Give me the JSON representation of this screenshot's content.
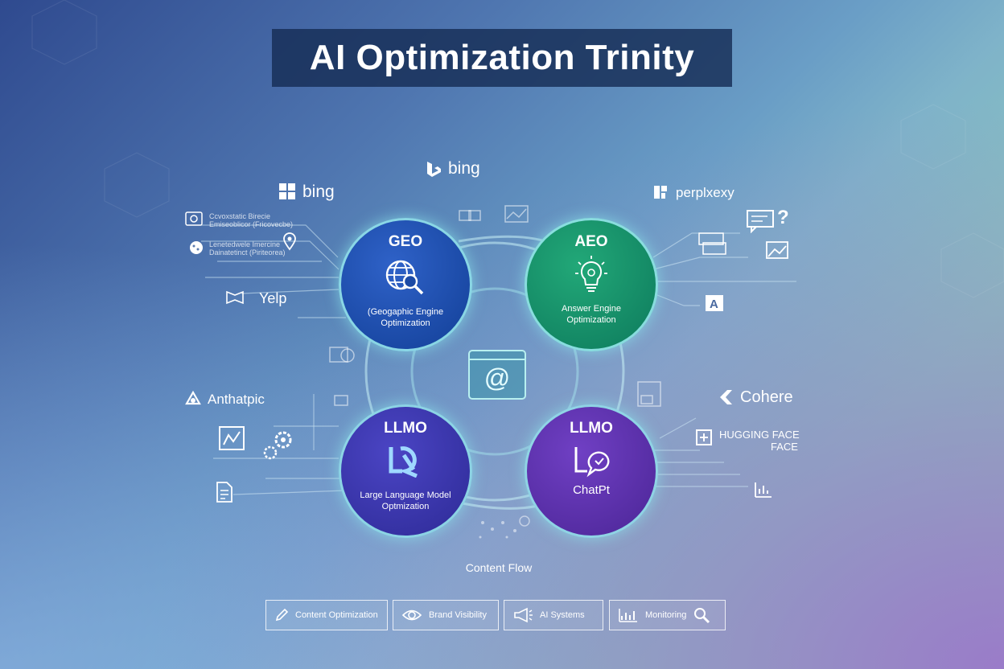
{
  "title": "AI Optimization Trinity",
  "brands": {
    "bing_top": "bing",
    "bing_left": "bing",
    "perplexity": "perplxexy",
    "yelp": "Yelp",
    "anthropic": "Anthatpic",
    "cohere": "Cohere",
    "hugging_face": "HUGGING FACE",
    "hugging_face_line2": "FACE"
  },
  "small_labels": {
    "a1": "Ccvoxstatic Birecie",
    "a2": "Emiseoblicor (Fricovecbe)",
    "b1": "Lenetedwele Imercine",
    "b2": "Dainatetinct (Piriteorea)"
  },
  "circles": {
    "geo": {
      "heading": "GEO",
      "line1": "(Geogaphic Engine",
      "line2": "Optimization"
    },
    "aeo": {
      "heading": "AEO",
      "line1": "Answer Engine",
      "line2": "Optimization"
    },
    "llmo_left": {
      "heading": "LLMO",
      "line1": "Large Language Model",
      "line2": "Optmization"
    },
    "llmo_right": {
      "heading": "LLMO",
      "line1": "ChatPt"
    }
  },
  "center_icon": "@",
  "flow_label": "Content Flow",
  "chips": [
    {
      "label": "Content Optimization",
      "icon": "pencil-icon"
    },
    {
      "label": "Brand Visibility",
      "icon": "eye-icon"
    },
    {
      "label": "AI Systems",
      "icon": "megaphone-icon"
    },
    {
      "label": "Monitoring",
      "icon": "chart-icon"
    }
  ],
  "colors": {
    "geo": "#1a4aa8",
    "aeo": "#138a66",
    "llmo_left": "#3a35ad",
    "llmo_right": "#5a30ad",
    "title_bg": "#162d55"
  }
}
